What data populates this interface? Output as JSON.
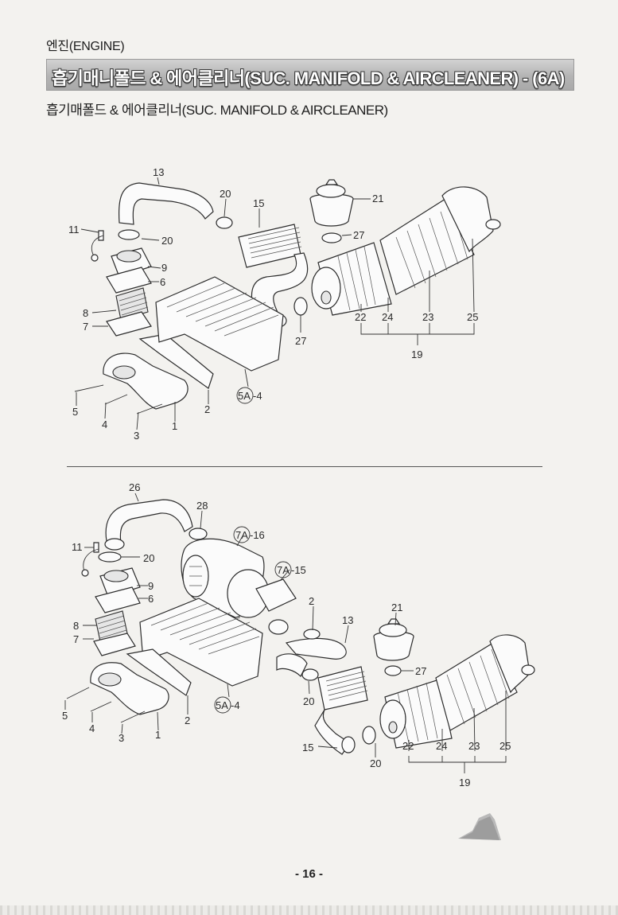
{
  "header": {
    "section": "엔진(ENGINE)",
    "title": "흡기매니폴드 & 에어클리너(SUC.  MANIFOLD & AIRCLEANER) - (6A)",
    "subtitle": "흡기매폴드 & 에어클리너(SUC. MANIFOLD & AIRCLEANER)"
  },
  "diagram_top": {
    "callouts": {
      "c13": "13",
      "c20a": "20",
      "c15": "15",
      "c21": "21",
      "c11": "11",
      "c20b": "20",
      "c27a": "27",
      "c9": "9",
      "c6": "6",
      "c8": "8",
      "c7": "7",
      "c22": "22",
      "c24": "24",
      "c23": "23",
      "c25": "25",
      "c27b": "27",
      "c19": "19",
      "c5a": "5A",
      "c5a_suffix": "-4",
      "c5": "5",
      "c4": "4",
      "c3": "3",
      "c1": "1",
      "c2": "2"
    }
  },
  "diagram_bottom": {
    "callouts": {
      "c26": "26",
      "c28": "28",
      "c7a16": "7A",
      "c7a16_suffix": "-16",
      "c11": "11",
      "c20a": "20",
      "c7a15": "7A",
      "c7a15_suffix": "-15",
      "c9": "9",
      "c6": "6",
      "c2a": "2",
      "c21": "21",
      "c13": "13",
      "c8": "8",
      "c7": "7",
      "c27": "27",
      "c20b": "20",
      "c5a": "5A",
      "c5a_suffix": "-4",
      "c5": "5",
      "c4": "4",
      "c3": "3",
      "c1": "1",
      "c2b": "2",
      "c15": "15",
      "c22": "22",
      "c24": "24",
      "c23": "23",
      "c25": "25",
      "c20c": "20",
      "c19": "19"
    }
  },
  "footer": {
    "page_number": "- 16 -"
  }
}
